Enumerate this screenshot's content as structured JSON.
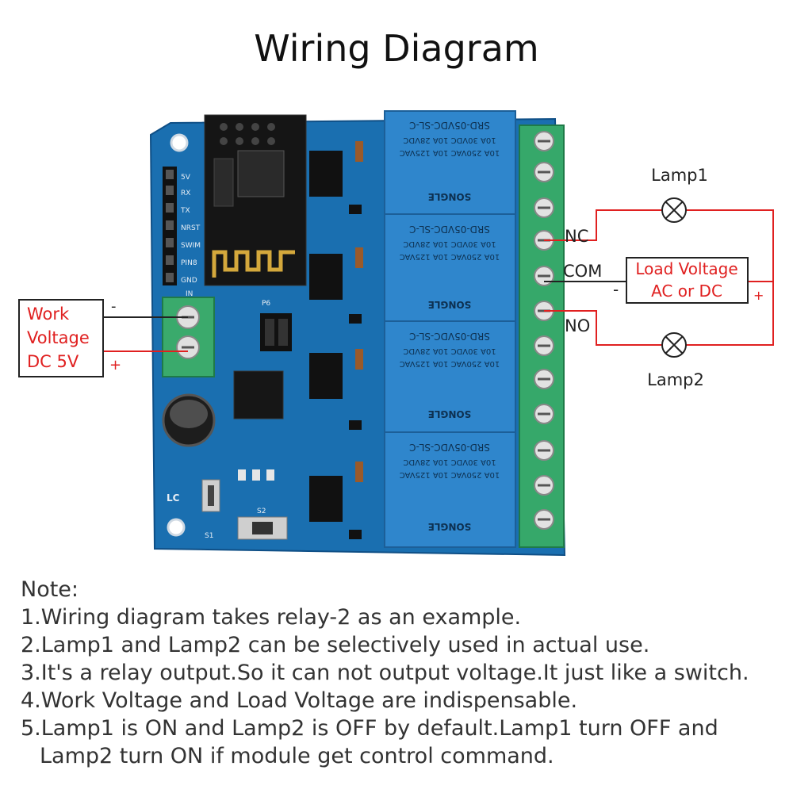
{
  "title": "Wiring Diagram",
  "colors": {
    "board": "#1a6fb0",
    "relay": "#2f86cc",
    "terminal": "#36a86a",
    "wire_red": "#e02020",
    "wire_black": "#222222"
  },
  "work_voltage": {
    "lines": [
      "Work",
      "Voltage",
      "DC 5V"
    ],
    "minus": "-",
    "plus": "+"
  },
  "load_voltage": {
    "lines": [
      "Load Voltage",
      "AC or DC"
    ],
    "minus": "-",
    "plus": "+"
  },
  "terminals": {
    "nc": "NC",
    "com": "COM",
    "no": "NO"
  },
  "lamps": {
    "lamp1": "Lamp1",
    "lamp2": "Lamp2"
  },
  "relay_text": {
    "model": "SRD-05VDC-SL-C",
    "rating1": "10A 250VAC 10A 125VAC",
    "rating2": "10A 30VDC 10A 28VDC",
    "brand": "SONGLE"
  },
  "header_pins": [
    "5V",
    "RX",
    "TX",
    "NRST",
    "SWIM",
    "PIN8",
    "GND"
  ],
  "board_labels": {
    "lc": "LC",
    "s1": "S1",
    "s2": "S2",
    "in": "IN",
    "p6": "P6"
  },
  "notes": {
    "heading": "Note:",
    "n1": "1.Wiring diagram takes relay-2 as an example.",
    "n2": "2.Lamp1 and Lamp2 can be selectively used in actual use.",
    "n3": "3.It's a relay output.So it can not output voltage.It just like a switch.",
    "n4": "4.Work Voltage and Load Voltage are indispensable.",
    "n5a": "5.Lamp1 is ON and Lamp2 is OFF by default.Lamp1 turn OFF and",
    "n5b": "Lamp2 turn ON if module get control command."
  }
}
